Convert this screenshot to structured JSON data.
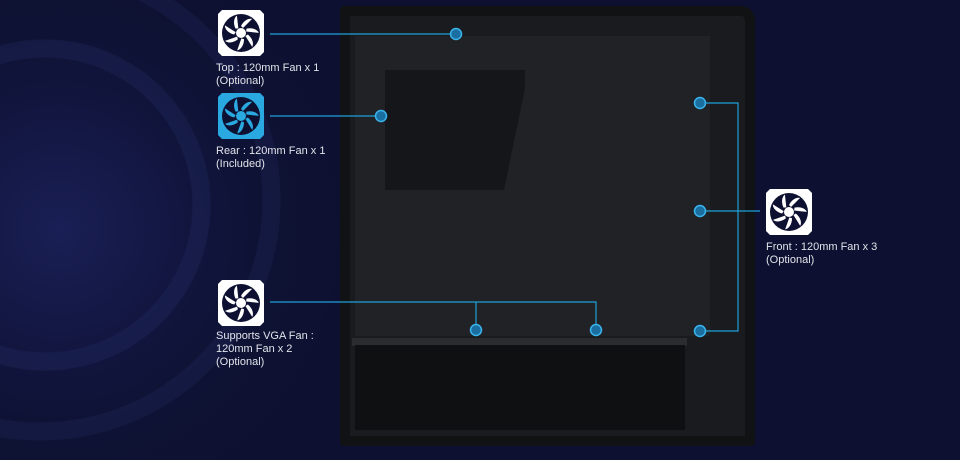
{
  "accent": "#1e9fd8",
  "fans": [
    {
      "id": "top",
      "label_line1": "Top : 120mm Fan x 1",
      "label_line2": "(Optional)",
      "color": "#ffffff"
    },
    {
      "id": "rear",
      "label_line1": "Rear : 120mm Fan x 1",
      "label_line2": "(Included)",
      "color": "#2aa8e0"
    },
    {
      "id": "vga",
      "label_line1": "Supports VGA Fan :",
      "label_line2": "120mm Fan x 2",
      "label_line3": "(Optional)",
      "color": "#ffffff"
    },
    {
      "id": "front",
      "label_line1": "Front : 120mm Fan x 3",
      "label_line2": "(Optional)",
      "color": "#ffffff"
    }
  ]
}
